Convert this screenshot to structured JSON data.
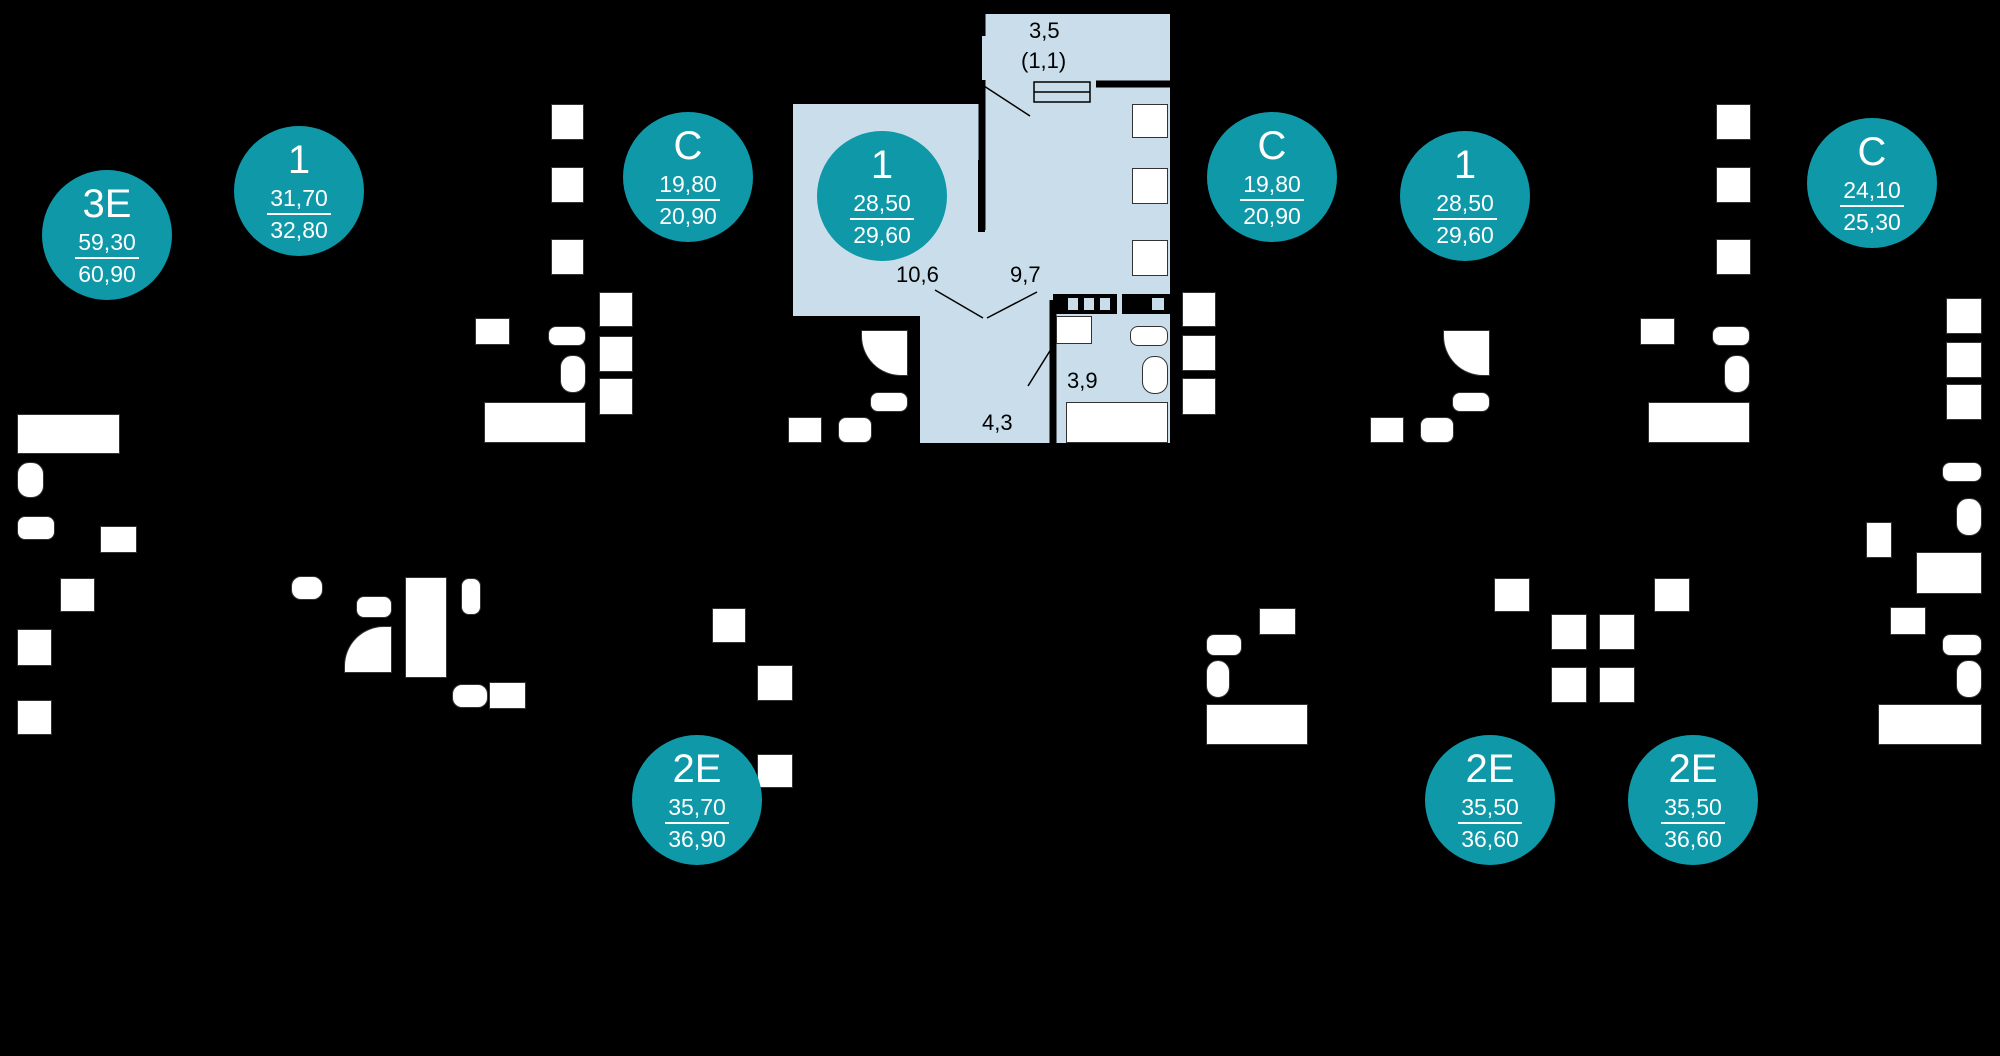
{
  "units": [
    {
      "id": "u1",
      "type": "3E",
      "area_living": "59,30",
      "area_total": "60,90"
    },
    {
      "id": "u2",
      "type": "1",
      "area_living": "31,70",
      "area_total": "32,80"
    },
    {
      "id": "u3",
      "type": "C",
      "area_living": "19,80",
      "area_total": "20,90"
    },
    {
      "id": "u4",
      "type": "1",
      "area_living": "28,50",
      "area_total": "29,60",
      "highlighted": true
    },
    {
      "id": "u5",
      "type": "C",
      "area_living": "19,80",
      "area_total": "20,90"
    },
    {
      "id": "u6",
      "type": "1",
      "area_living": "28,50",
      "area_total": "29,60"
    },
    {
      "id": "u7",
      "type": "C",
      "area_living": "24,10",
      "area_total": "25,30"
    },
    {
      "id": "u8",
      "type": "2E",
      "area_living": "35,70",
      "area_total": "36,90"
    },
    {
      "id": "u9",
      "type": "2E",
      "area_living": "35,50",
      "area_total": "36,60"
    },
    {
      "id": "u10",
      "type": "2E",
      "area_living": "35,50",
      "area_total": "36,60"
    }
  ],
  "dimensions": {
    "balcony_area": "3,5",
    "balcony_sub": "(1,1)",
    "room_main": "10,6",
    "room_kitchen": "9,7",
    "room_bath": "3,9",
    "room_hall": "4,3"
  },
  "colors": {
    "background": "#000000",
    "badge": "#0E98A8",
    "badge_text": "#FFFFFF",
    "highlight_fill": "#C9DEEA",
    "fixtures": "#FFFFFF"
  },
  "icons": [
    "stove-icon",
    "sink-icon",
    "toilet-icon",
    "bathtub-icon",
    "washer-icon",
    "shower-icon",
    "vent-icon"
  ]
}
